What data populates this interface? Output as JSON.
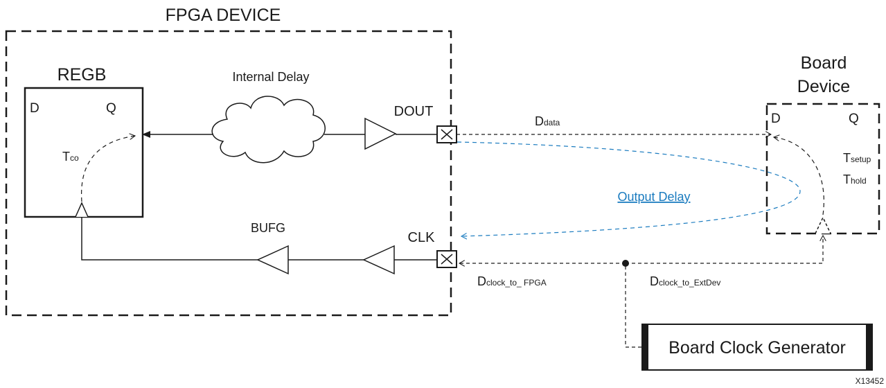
{
  "fpga": {
    "title": "FPGA DEVICE",
    "register_name": "REGB",
    "reg_d_pin": "D",
    "reg_q_pin": "Q",
    "tco_main": "T",
    "tco_sub": "co",
    "internal_delay": "Internal Delay",
    "bufg": "BUFG",
    "dout_port": "DOUT",
    "clk_port": "CLK"
  },
  "board_device": {
    "title_line1": "Board",
    "title_line2": "Device",
    "d_pin": "D",
    "q_pin": "Q",
    "tsetup_main": "T",
    "tsetup_sub": "setup",
    "thold_main": "T",
    "thold_sub": "hold"
  },
  "paths": {
    "ddata_main": "D",
    "ddata_sub": "data",
    "output_delay": "Output Delay",
    "dclk_fpga_main": "D",
    "dclk_fpga_sub": "clock_to_ FPGA",
    "dclk_ext_main": "D",
    "dclk_ext_sub": "clock_to_ExtDev"
  },
  "clock_generator": {
    "label": "Board Clock Generator"
  },
  "figure_id": "X13452",
  "colors": {
    "line": "#1a1a1a",
    "output_delay": "#1a7bbf"
  }
}
